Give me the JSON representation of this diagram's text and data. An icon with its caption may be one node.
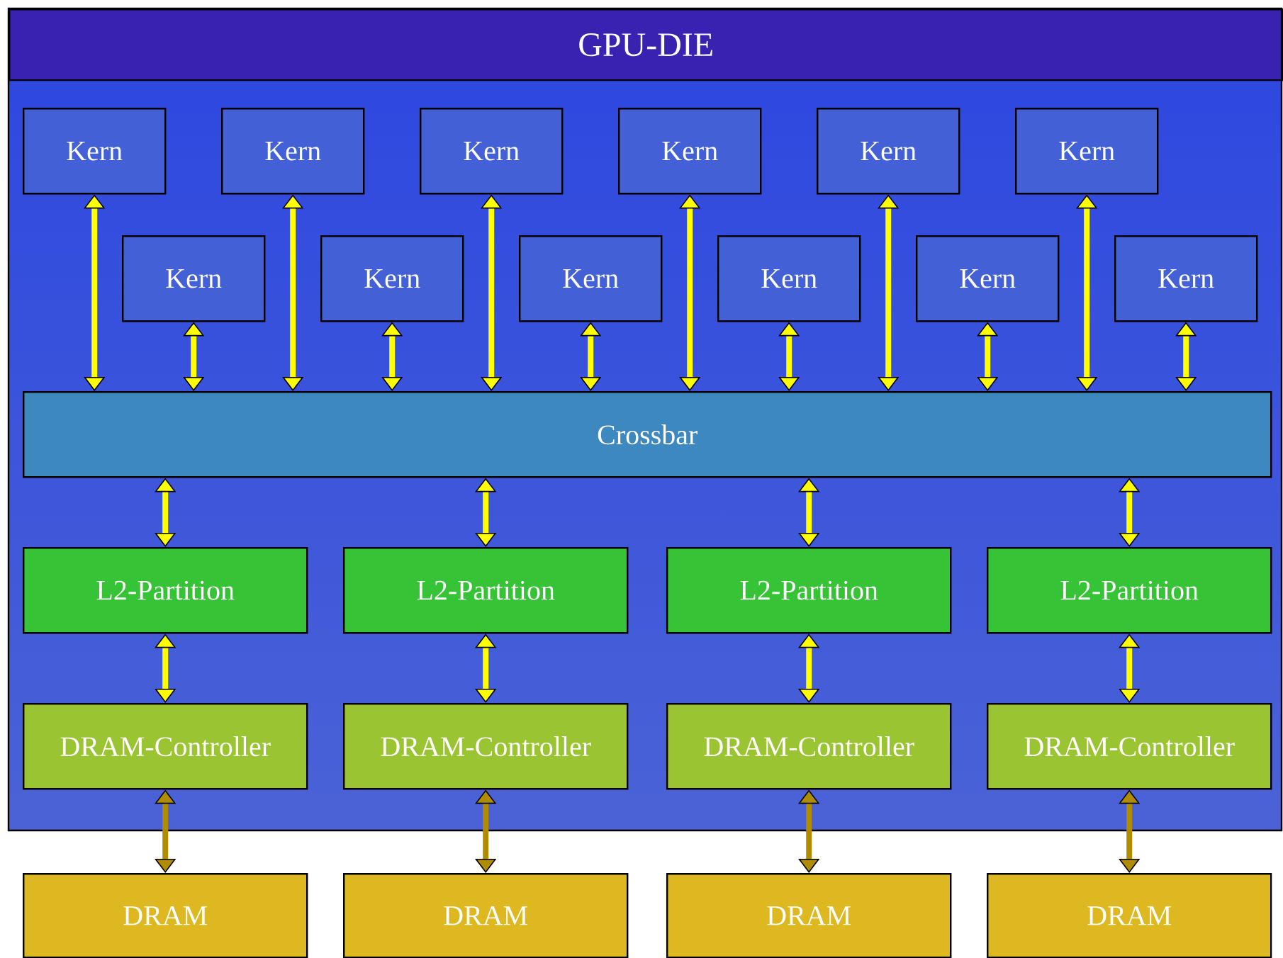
{
  "diagram": {
    "nodes": [
      {
        "text": [
          "GPU-DIE"
        ]
      },
      {
        "text": [
          "Kern"
        ],
        "in": 0
      },
      {
        "text": [
          "Kern"
        ],
        "in": 0
      },
      {
        "text": [
          "Kern"
        ],
        "in": 0
      },
      {
        "text": [
          "Kern"
        ],
        "in": 0
      },
      {
        "text": [
          "Kern"
        ],
        "in": 0
      },
      {
        "text": [
          "Kern"
        ],
        "in": 0
      },
      {
        "text": [
          "Kern"
        ],
        "in": 0
      },
      {
        "text": [
          "Kern"
        ],
        "in": 0
      },
      {
        "text": [
          "Kern"
        ],
        "in": 0
      },
      {
        "text": [
          "Kern"
        ],
        "in": 0
      },
      {
        "text": [
          "Kern"
        ],
        "in": 0
      },
      {
        "text": [
          "Kern"
        ],
        "in": 0
      },
      {
        "text": [
          "Crossbar"
        ],
        "in": 0
      },
      {
        "text": [
          "L2-Partition"
        ],
        "in": 0
      },
      {
        "text": [
          "L2-Partition"
        ],
        "in": 0
      },
      {
        "text": [
          "L2-Partition"
        ],
        "in": 0
      },
      {
        "text": [
          "L2-Partition"
        ],
        "in": 0
      },
      {
        "text": [
          "DRAM-Controller"
        ],
        "in": 0
      },
      {
        "text": [
          "DRAM-Controller"
        ],
        "in": 0
      },
      {
        "text": [
          "DRAM-Controller"
        ],
        "in": 0
      },
      {
        "text": [
          "DRAM-Controller"
        ],
        "in": 0
      },
      {
        "text": [
          "DRAM"
        ]
      },
      {
        "text": [
          "DRAM"
        ]
      },
      {
        "text": [
          "DRAM"
        ]
      },
      {
        "text": [
          "DRAM"
        ]
      }
    ],
    "edges": [
      {
        "from": 1,
        "to": 13,
        "arrow": "both"
      },
      {
        "from": 2,
        "to": 13,
        "arrow": "both"
      },
      {
        "from": 3,
        "to": 13,
        "arrow": "both"
      },
      {
        "from": 4,
        "to": 13,
        "arrow": "both"
      },
      {
        "from": 5,
        "to": 13,
        "arrow": "both"
      },
      {
        "from": 6,
        "to": 13,
        "arrow": "both"
      },
      {
        "from": 7,
        "to": 13,
        "arrow": "both"
      },
      {
        "from": 8,
        "to": 13,
        "arrow": "both"
      },
      {
        "from": 9,
        "to": 13,
        "arrow": "both"
      },
      {
        "from": 10,
        "to": 13,
        "arrow": "both"
      },
      {
        "from": 11,
        "to": 13,
        "arrow": "both"
      },
      {
        "from": 12,
        "to": 13,
        "arrow": "both"
      },
      {
        "from": 13,
        "to": 14,
        "arrow": "both"
      },
      {
        "from": 13,
        "to": 15,
        "arrow": "both"
      },
      {
        "from": 13,
        "to": 16,
        "arrow": "both"
      },
      {
        "from": 13,
        "to": 17,
        "arrow": "both"
      },
      {
        "from": 14,
        "to": 18,
        "arrow": "both"
      },
      {
        "from": 15,
        "to": 19,
        "arrow": "both"
      },
      {
        "from": 16,
        "to": 20,
        "arrow": "both"
      },
      {
        "from": 17,
        "to": 21,
        "arrow": "both"
      },
      {
        "from": 18,
        "to": 22,
        "arrow": "both",
        "color": "#b08c00"
      },
      {
        "from": 19,
        "to": 23,
        "arrow": "both",
        "color": "#b08c00"
      },
      {
        "from": 20,
        "to": 24,
        "arrow": "both",
        "color": "#b08c00"
      },
      {
        "from": 21,
        "to": 25,
        "arrow": "both",
        "color": "#b08c00"
      }
    ]
  }
}
